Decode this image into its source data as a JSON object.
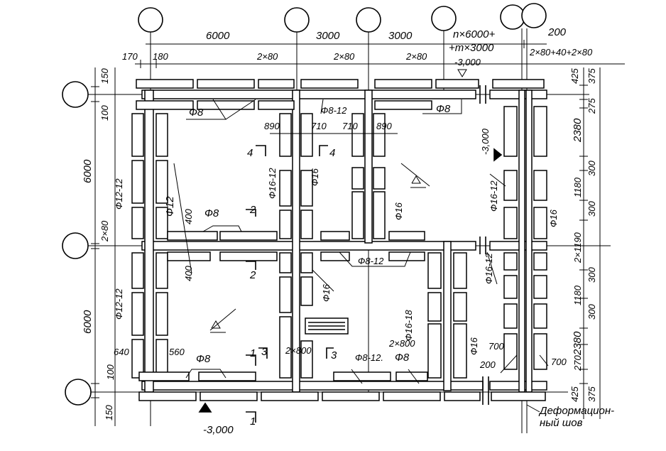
{
  "axes_count_top": 6,
  "axes_count_left": 3,
  "top_dims": {
    "d1": "6000",
    "d2": "3000",
    "d3": "3000",
    "d4a": "n×6000+",
    "d4b": "+m×3000",
    "d5": "200",
    "s170": "170",
    "s180": "180",
    "s2x80a": "2×80",
    "s2x80b": "2×80",
    "s2x80c": "2×80",
    "s2x80d": "2×80+40+2×80"
  },
  "left_dims": {
    "d150top": "150",
    "d100top": "100",
    "d6000a": "6000",
    "d2x80": "2×80",
    "d6000b": "6000",
    "d100bot": "100",
    "d150bot": "150"
  },
  "right_dims": {
    "r425a": "425",
    "r375a": "375",
    "r275": "275",
    "r2380a": "2380",
    "r300a": "300",
    "r1180a": "1180",
    "r300b": "300",
    "r2x1190": "2×1190",
    "r300c": "300",
    "r1180b": "1180",
    "r300d": "300",
    "r2380b": "2380",
    "r270": "270",
    "r425b": "425",
    "r375b": "375"
  },
  "interior_dims": {
    "i890a": "890",
    "i710a": "710",
    "i710b": "710",
    "i890b": "890",
    "i400a": "400",
    "i400b": "400",
    "i640": "640",
    "i560": "560",
    "i2x800a": "2×800",
    "i2x800b": "2×800",
    "i700a": "700",
    "i700b": "700",
    "i200": "200"
  },
  "rebar": {
    "f8a": "Ф8",
    "f812a": "Ф8-12",
    "f8b": "Ф8",
    "f8c": "Ф8",
    "f812b": "Ф8-12",
    "f812c": "Ф8-12.",
    "f8d": "Ф8",
    "f8e": "Ф8",
    "f1212a": "Ф12-12",
    "f12": "Ф12",
    "f1212b": "Ф12-12",
    "f1612a": "Ф16-12",
    "f16a": "Ф16",
    "f16b": "Ф16",
    "f1612b": "Ф16-12",
    "f16c": "Ф16",
    "f16d": "Ф16",
    "f1618": "Ф16-18",
    "f1612c": "Ф16-12",
    "f16e": "Ф16"
  },
  "levels": {
    "l1": "-3,000",
    "l2": "-3,000",
    "l3": "-3,000"
  },
  "sections": {
    "s1": "1",
    "s1b": "1",
    "s2": "2",
    "s2b": "2",
    "s3": "3",
    "s3b": "3",
    "s4": "4",
    "s4b": "4"
  },
  "joint_label": {
    "line1": "Деформацион-",
    "line2": "ный шов"
  }
}
